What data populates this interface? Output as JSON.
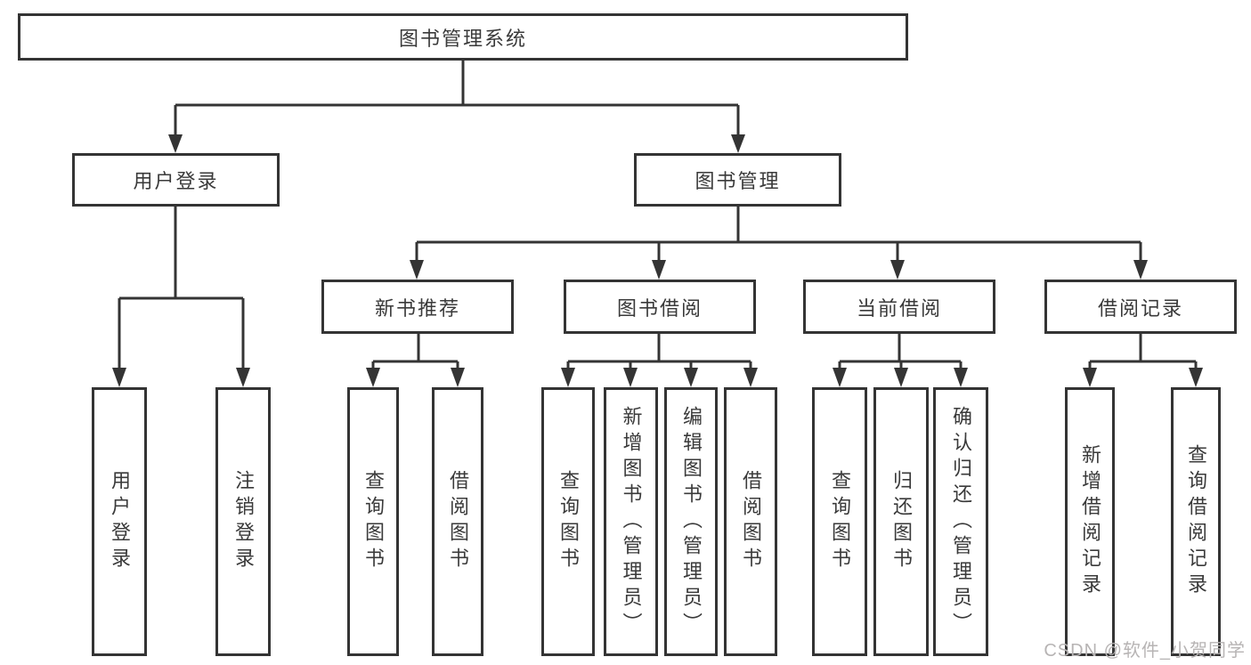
{
  "watermark": "CSDN @软件_小贺同学",
  "colors": {
    "line": "#343434",
    "border": "#343434",
    "text": "#3a3a3a",
    "watermark": "#b7b4b4",
    "background": "#ffffff"
  },
  "tree": {
    "root": "图书管理系统",
    "branches": [
      {
        "label": "用户登录",
        "children": [
          "用户登录",
          "注销登录"
        ]
      },
      {
        "label": "图书管理",
        "sections": [
          {
            "label": "新书推荐",
            "children": [
              "查询图书",
              "借阅图书"
            ]
          },
          {
            "label": "图书借阅",
            "children": [
              "查询图书",
              "新增图书（管理员）",
              "编辑图书（管理员）",
              "借阅图书"
            ]
          },
          {
            "label": "当前借阅",
            "children": [
              "查询图书",
              "归还图书",
              "确认归还（管理员）"
            ]
          },
          {
            "label": "借阅记录",
            "children": [
              "新增借阅记录",
              "查询借阅记录"
            ]
          }
        ]
      }
    ]
  }
}
